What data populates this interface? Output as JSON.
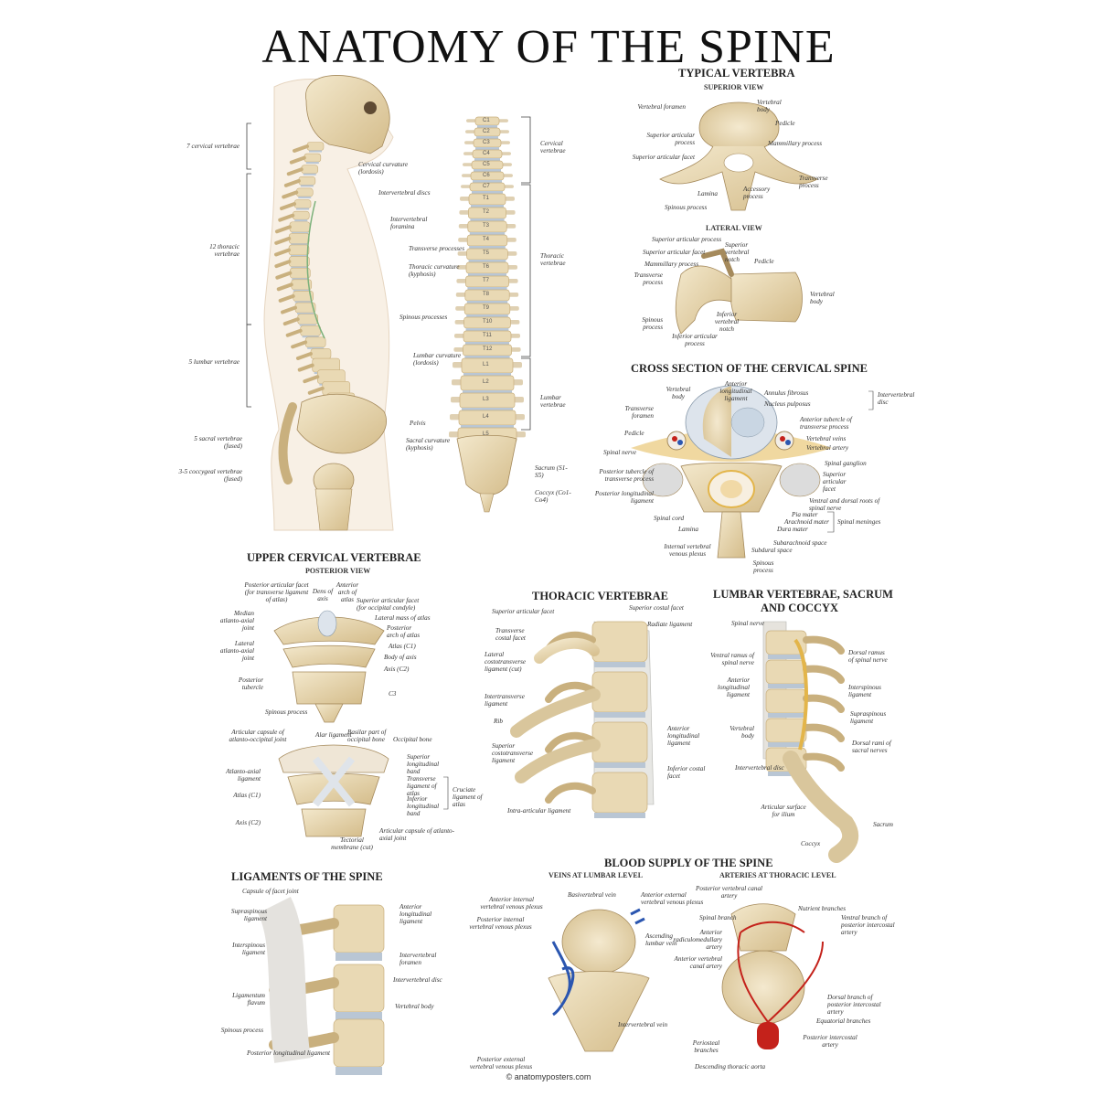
{
  "title": "ANATOMY OF THE SPINE",
  "footer": "© anatomyposters.com",
  "sections": {
    "typical_vertebra": "TYPICAL VERTEBRA",
    "superior_view": "SUPERIOR VIEW",
    "lateral_view": "LATERAL VIEW",
    "cross_section": "CROSS SECTION OF THE CERVICAL SPINE",
    "upper_cervical": "UPPER CERVICAL VERTEBRAE",
    "posterior_view": "POSTERIOR VIEW",
    "thoracic": "THORACIC VERTEBRAE",
    "lumbar_line1": "LUMBAR VERTEBRAE, SACRUM",
    "lumbar_line2": "AND COCCYX",
    "ligaments": "LIGAMENTS OF THE SPINE",
    "blood": "BLOOD SUPPLY OF THE SPINE",
    "veins": "VEINS AT LUMBAR LEVEL",
    "arteries": "ARTERIES AT THORACIC LEVEL"
  },
  "colors": {
    "bone": "#e9d9b4",
    "bone_dark": "#c9b07e",
    "disc": "#b9c6d4",
    "skin": "#f7efe4",
    "artery": "#c4221b",
    "vein": "#2b56b0",
    "nerve": "#e3b54a"
  },
  "lateral_spine": {
    "groups": [
      "7 cervical vertebrae",
      "12 thoracic vertebrae",
      "5 lumbar vertebrae",
      "5 sacral vertebrae (fused)",
      "3-5 coccygeal vertebrae (fused)"
    ],
    "labels": [
      "Cervical curvature (lordosis)",
      "Intervertebral discs",
      "Intervertebral foramina",
      "Transverse processes",
      "Thoracic curvature (kyphosis)",
      "Spinous processes",
      "Lumbar curvature (lordosis)",
      "Pelvis",
      "Sacral curvature (kyphosis)"
    ]
  },
  "anterior_spine": {
    "groups": [
      "Cervical vertebrae",
      "Thoracic vertebrae",
      "Lumbar vertebrae",
      "Sacrum (S1-S5)",
      "Coccyx (Co1-Co4)"
    ],
    "vertebra_labels": [
      "C1",
      "C2",
      "C3",
      "C4",
      "C5",
      "C6",
      "C7",
      "T1",
      "T2",
      "T3",
      "T4",
      "T5",
      "T6",
      "T7",
      "T8",
      "T9",
      "T10",
      "T11",
      "T12",
      "L1",
      "L2",
      "L3",
      "L4",
      "L5"
    ]
  },
  "typical_superior": [
    "Vertebral foramen",
    "Vertebral body",
    "Pedicle",
    "Superior articular process",
    "Mammillary process",
    "Superior articular facet",
    "Transverse process",
    "Lamina",
    "Accessory process",
    "Spinous process"
  ],
  "typical_lateral": [
    "Superior articular process",
    "Superior articular facet",
    "Superior vertebral notch",
    "Mammillary process",
    "Pedicle",
    "Transverse process",
    "Vertebral body",
    "Spinous process",
    "Inferior vertebral notch",
    "Inferior articular process"
  ],
  "cross_section_labels": [
    "Vertebral body",
    "Anterior longitudinal ligament",
    "Annulus fibrosus",
    "Nucleus pulposus",
    "Intervertebral disc",
    "Transverse foramen",
    "Anterior tubercle of transverse process",
    "Pedicle",
    "Vertebral veins",
    "Vertebral artery",
    "Spinal nerve",
    "Spinal ganglion",
    "Posterior tubercle of transverse process",
    "Superior articular facet",
    "Posterior longitudinal ligament",
    "Ventral and dorsal roots of spinal nerve",
    "Pia mater",
    "Arachnoid mater",
    "Dura mater",
    "Spinal meninges",
    "Spinal cord",
    "Lamina",
    "Subarachnoid space",
    "Subdural space",
    "Internal vertebral venous plexus",
    "Spinous process"
  ],
  "upper_cervical_labels": [
    "Posterior articular facet (for transverse ligament of atlas)",
    "Anterior arch of atlas",
    "Dens of axis",
    "Superior articular facet (for occipital condyle)",
    "Median atlanto-axial joint",
    "Lateral mass of atlas",
    "Posterior arch of atlas",
    "Lateral atlanto-axial joint",
    "Body of axis",
    "Atlas (C1)",
    "Axis (C2)",
    "Posterior tubercle",
    "C3",
    "Spinous process"
  ],
  "craniovertebral_labels": [
    "Articular capsule of atlanto-occipital joint",
    "Alar ligament",
    "Basilar part of occipital bone",
    "Occipital bone",
    "Superior longitudinal band",
    "Atlanto-axial ligament",
    "Transverse ligament of atlas",
    "Cruciate ligament of atlas",
    "Atlas (C1)",
    "Inferior longitudinal band",
    "Axis (C2)",
    "Tectorial membrane (cut)",
    "Articular capsule of atlanto-axial joint"
  ],
  "thoracic_labels": [
    "Superior articular facet",
    "Superior costal facet",
    "Transverse costal facet",
    "Radiate ligament",
    "Lateral costotransverse ligament (cut)",
    "Intertransverse ligament",
    "Rib",
    "Superior costotransverse ligament",
    "Anterior longitudinal ligament",
    "Inferior costal facet",
    "Intra-articular ligament"
  ],
  "lumbar_labels": [
    "Spinal nerve",
    "Dorsal ramus of spinal nerve",
    "Ventral ramus of spinal nerve",
    "Anterior longitudinal ligament",
    "Interspinous ligament",
    "Supraspinous ligament",
    "Vertebral body",
    "Dorsal rami of sacral nerves",
    "Intervertebral disc",
    "Articular surface for ilium",
    "Sacrum",
    "Coccyx"
  ],
  "ligament_labels": [
    "Capsule of facet joint",
    "Anterior longitudinal ligament",
    "Supraspinous ligament",
    "Interspinous ligament",
    "Intervertebral foramen",
    "Intervertebral disc",
    "Ligamentum flavum",
    "Vertebral body",
    "Spinous process",
    "Posterior longitudinal ligament"
  ],
  "vein_labels": [
    "Anterior internal vertebral venous plexus",
    "Basivertebral vein",
    "Anterior external vertebral venous plexus",
    "Posterior internal vertebral venous plexus",
    "Ascending lumbar vein",
    "Intervertebral vein",
    "Posterior external vertebral venous plexus"
  ],
  "artery_labels": [
    "Posterior vertebral canal artery",
    "Nutrient branches",
    "Spinal branch",
    "Ventral branch of posterior intercostal artery",
    "Anterior radiculomedullary artery",
    "Anterior vertebral canal artery",
    "Dorsal branch of posterior intercostal artery",
    "Equatorial branches",
    "Periosteal branches",
    "Posterior intercostal artery",
    "Descending thoracic aorta"
  ]
}
